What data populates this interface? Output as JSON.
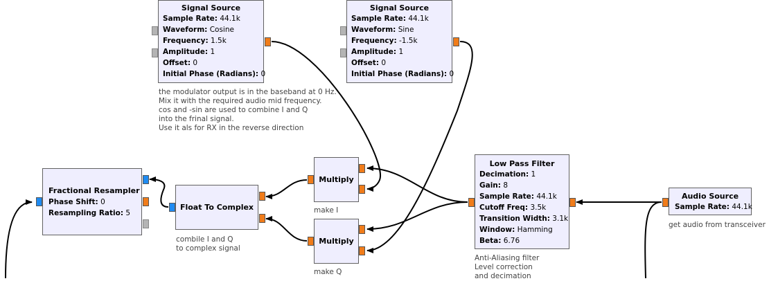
{
  "blocks": {
    "sig_cos": {
      "title": "Signal Source",
      "params": [
        {
          "k": "Sample Rate:",
          "v": "44.1k"
        },
        {
          "k": "Waveform:",
          "v": "Cosine"
        },
        {
          "k": "Frequency:",
          "v": "1.5k"
        },
        {
          "k": "Amplitude:",
          "v": "1"
        },
        {
          "k": "Offset:",
          "v": "0"
        },
        {
          "k": "Initial Phase (Radians):",
          "v": "0"
        }
      ]
    },
    "sig_sin": {
      "title": "Signal Source",
      "params": [
        {
          "k": "Sample Rate:",
          "v": "44.1k"
        },
        {
          "k": "Waveform:",
          "v": "Sine"
        },
        {
          "k": "Frequency:",
          "v": "-1.5k"
        },
        {
          "k": "Amplitude:",
          "v": "1"
        },
        {
          "k": "Offset:",
          "v": "0"
        },
        {
          "k": "Initial Phase (Radians):",
          "v": "0"
        }
      ]
    },
    "frac": {
      "title": "Fractional Resampler",
      "params": [
        {
          "k": "Phase Shift:",
          "v": "0"
        },
        {
          "k": "Resampling Ratio:",
          "v": "5"
        }
      ]
    },
    "f2c": {
      "title": "Float To Complex"
    },
    "mul_i": {
      "title": "Multiply"
    },
    "mul_q": {
      "title": "Multiply"
    },
    "lpf": {
      "title": "Low Pass Filter",
      "params": [
        {
          "k": "Decimation:",
          "v": "1"
        },
        {
          "k": "Gain:",
          "v": "8"
        },
        {
          "k": "Sample Rate:",
          "v": "44.1k"
        },
        {
          "k": "Cutoff Freq:",
          "v": "3.5k"
        },
        {
          "k": "Transition Width:",
          "v": "3.1k"
        },
        {
          "k": "Window:",
          "v": "Hamming"
        },
        {
          "k": "Beta:",
          "v": "6.76"
        }
      ]
    },
    "audio": {
      "title": "Audio Source",
      "params": [
        {
          "k": "Sample Rate:",
          "v": "44.1k"
        }
      ]
    }
  },
  "comments": {
    "modulator": [
      "the modulator output is in the baseband at 0 Hz.",
      "Mix it with the required audio mid frequency.",
      "cos and -sin are used to combine I and Q",
      "into the frinal signal.",
      "Use it als for RX in the reverse direction"
    ],
    "combine": [
      "combile I and Q",
      "to complex signal"
    ],
    "make_i": [
      "make I"
    ],
    "make_q": [
      "make Q"
    ],
    "lpf": [
      "Anti-Aliasing filter",
      "Level correction",
      "and decimation"
    ],
    "audio": [
      "get audio from transceiver"
    ]
  },
  "colors": {
    "block_fill": "#efeefe",
    "port_float": "#f07c1a",
    "port_complex": "#1f8bf2",
    "port_message": "#b4b4b4"
  }
}
